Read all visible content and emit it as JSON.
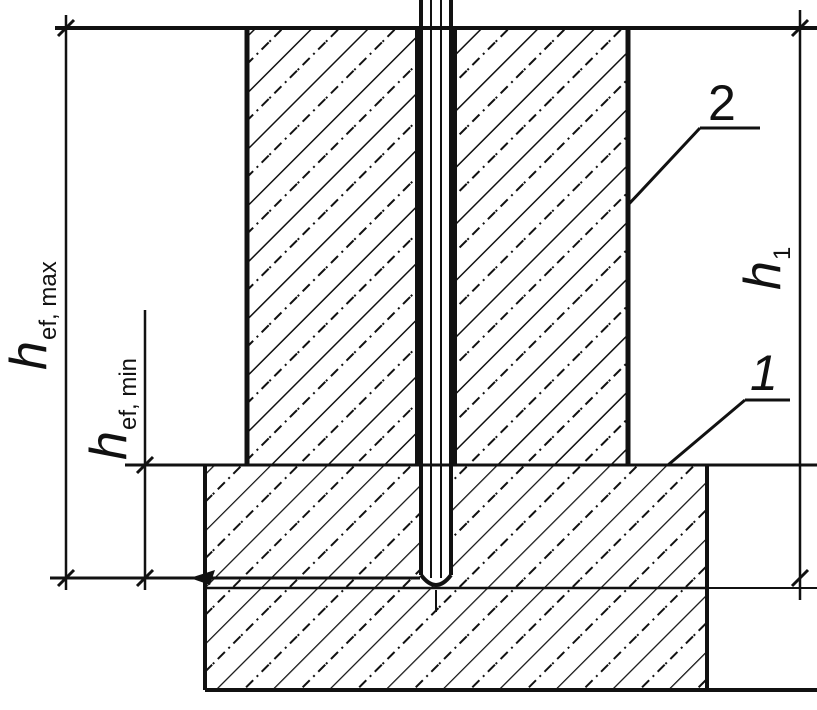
{
  "drawing": {
    "labels": {
      "hef_max_main": "h",
      "hef_max_sub": "ef, max",
      "hef_min_main": "h",
      "hef_min_sub": "ef, min",
      "h1_main": "h",
      "h1_sub": "1",
      "callout_1": "1",
      "callout_2": "2"
    },
    "colors": {
      "line": "#111111",
      "background": "#ffffff"
    }
  }
}
